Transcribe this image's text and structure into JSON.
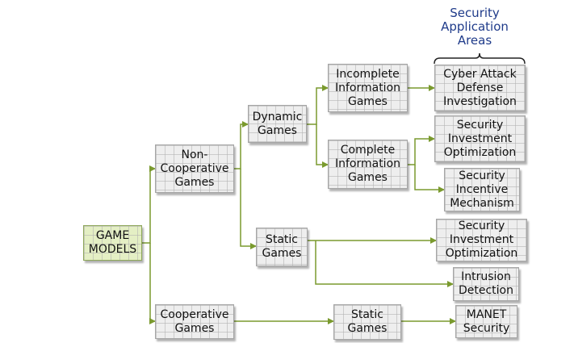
{
  "diagram": {
    "header": "Security\nApplication\nAreas",
    "nodes": {
      "game_models": "GAME\nMODELS",
      "non_cooperative": "Non-\nCooperative\nGames",
      "cooperative": "Cooperative\nGames",
      "dynamic": "Dynamic\nGames",
      "static_nc": "Static\nGames",
      "static_coop": "Static\nGames",
      "incomplete": "Incomplete\nInformation\nGames",
      "complete": "Complete\nInformation\nGames",
      "cyber_attack": "Cyber Attack\nDefense\nInvestigation",
      "sec_invest_1": "Security\nInvestment\nOptimization",
      "sec_incentive": "Security\nIncentive\nMechanism",
      "sec_invest_2": "Security\nInvestment\nOptimization",
      "intrusion": "Intrusion\nDetection",
      "manet": "MANET\nSecurity"
    },
    "colors": {
      "connector": "#7a9a2e",
      "brace": "#222222",
      "header_text": "#1f3b8a",
      "root_fill": "#e4efc4",
      "box_fill": "#eeeeee"
    }
  }
}
